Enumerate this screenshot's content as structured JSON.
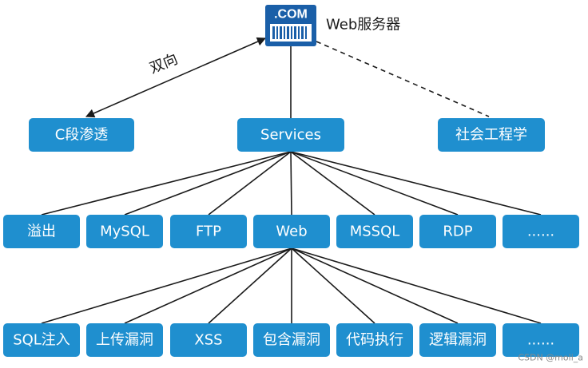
{
  "server": {
    "badge": ".COM",
    "label": "Web服务器"
  },
  "bidirectional_label": "双向",
  "level1": {
    "left": "C段渗透",
    "center": "Services",
    "right": "社会工程学"
  },
  "services": [
    "溢出",
    "MySQL",
    "FTP",
    "Web",
    "MSSQL",
    "RDP",
    "......"
  ],
  "web_vulns": [
    "SQL注入",
    "上传漏洞",
    "XSS",
    "包含漏洞",
    "代码执行",
    "逻辑漏洞",
    "......"
  ],
  "watermark": "CSDN @moli_a",
  "colors": {
    "node_fill": "#1f8fcf",
    "server_icon": "#1a5fa8"
  }
}
